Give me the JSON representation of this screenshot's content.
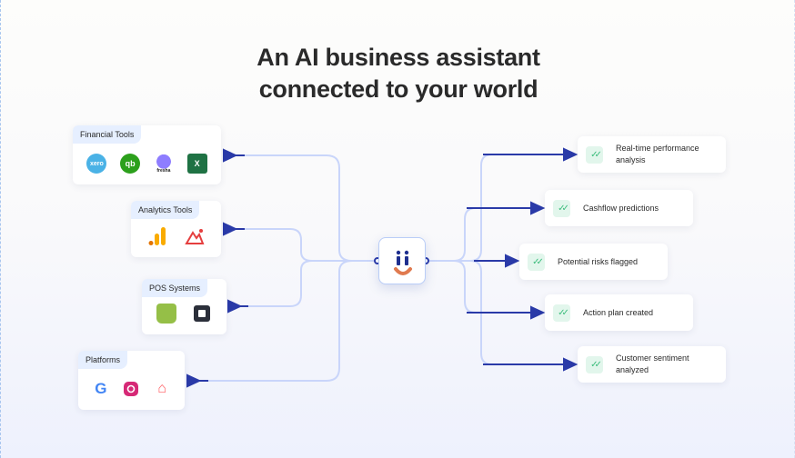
{
  "title_line1": "An AI business assistant",
  "title_line2": "connected to your world",
  "inputs": [
    {
      "label": "Financial Tools",
      "icons": [
        "xero-icon",
        "quickbooks-icon",
        "fresha-icon",
        "excel-icon"
      ]
    },
    {
      "label": "Analytics Tools",
      "icons": [
        "google-analytics-icon",
        "looker-icon"
      ]
    },
    {
      "label": "POS Systems",
      "icons": [
        "shopify-icon",
        "square-icon"
      ]
    },
    {
      "label": "Platforms",
      "icons": [
        "google-icon",
        "instagram-icon",
        "airbnb-icon"
      ]
    }
  ],
  "icon_text": {
    "xero": "xero",
    "qb": "qb",
    "fresha": "fresha",
    "excel": "X"
  },
  "outputs": [
    {
      "label": "Real-time performance analysis"
    },
    {
      "label": "Cashflow predictions"
    },
    {
      "label": "Potential risks flagged"
    },
    {
      "label": "Action plan created"
    },
    {
      "label": "Customer sentiment analyzed"
    }
  ],
  "colors": {
    "arrow": "#2a3aa8",
    "line": "#c9d5fa",
    "check": "#3dbd7d",
    "accent": "#e07a4f"
  }
}
